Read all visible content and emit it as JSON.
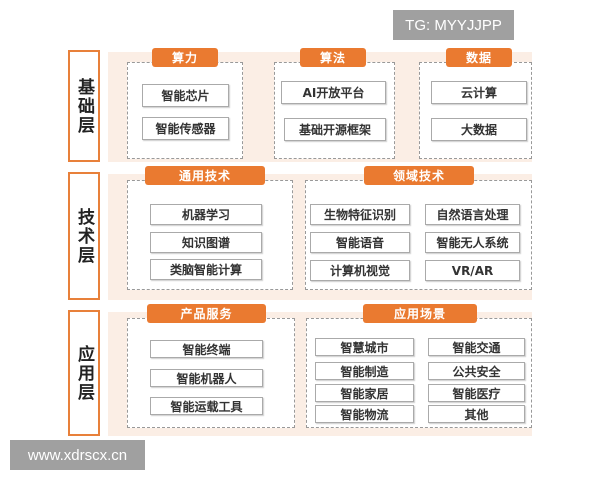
{
  "watermarks": {
    "top": "TG: MYYJJPP",
    "bottom": "www.xdrscx.cn"
  },
  "colors": {
    "accent": "#ea7a30",
    "band": "#fbeee5"
  },
  "layers": [
    {
      "label": "基础层",
      "groups": [
        {
          "title": "算力",
          "items": [
            "智能芯片",
            "智能传感器"
          ]
        },
        {
          "title": "算法",
          "items": [
            "AI开放平台",
            "基础开源框架"
          ]
        },
        {
          "title": "数据",
          "items": [
            "云计算",
            "大数据"
          ]
        }
      ]
    },
    {
      "label": "技术层",
      "groups": [
        {
          "title": "通用技术",
          "items": [
            "机器学习",
            "知识图谱",
            "类脑智能计算"
          ]
        },
        {
          "title": "领域技术",
          "items": [
            "生物特征识别",
            "自然语言处理",
            "智能语音",
            "智能无人系统",
            "计算机视觉",
            "VR/AR"
          ]
        }
      ]
    },
    {
      "label": "应用层",
      "groups": [
        {
          "title": "产品服务",
          "items": [
            "智能终端",
            "智能机器人",
            "智能运载工具"
          ]
        },
        {
          "title": "应用场景",
          "items": [
            "智慧城市",
            "智能交通",
            "智能制造",
            "公共安全",
            "智能家居",
            "智能医疗",
            "智能物流",
            "其他"
          ]
        }
      ]
    }
  ]
}
